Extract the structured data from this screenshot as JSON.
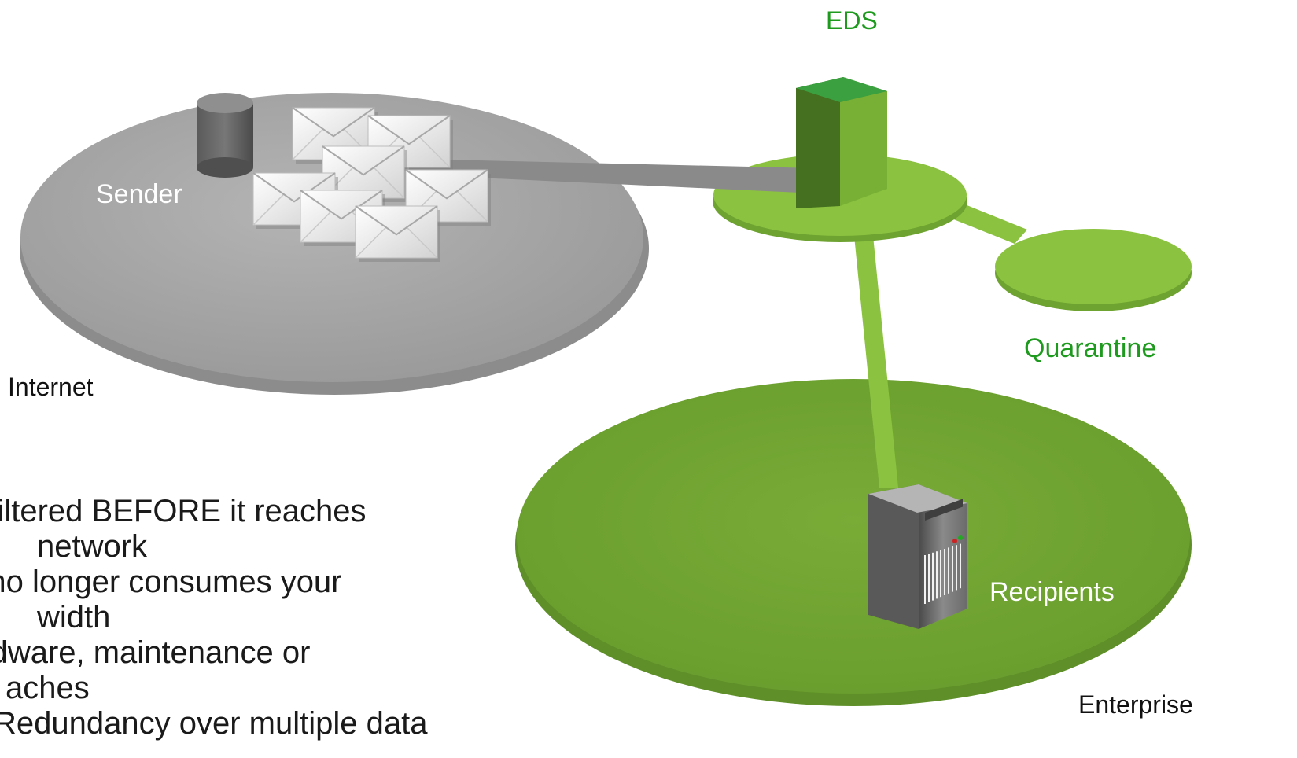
{
  "labels": {
    "eds": "EDS",
    "sender": "Sender",
    "internet": "Internet",
    "quarantine": "Quarantine",
    "recipients": "Recipients",
    "enterprise": "Enterprise"
  },
  "bullet_text": [
    "n filtered BEFORE it reaches",
    "network",
    "n no longer consumes your",
    "width",
    "ardware, maintenance or",
    "aches",
    "Redundancy over multiple data"
  ],
  "colors": {
    "label_green": "#1e9a1e",
    "internet_disc": "#a6a6a6",
    "enterprise_disc": "#72a433",
    "light_green": "#8bc23f",
    "eds_server": "#3a8a2a"
  }
}
